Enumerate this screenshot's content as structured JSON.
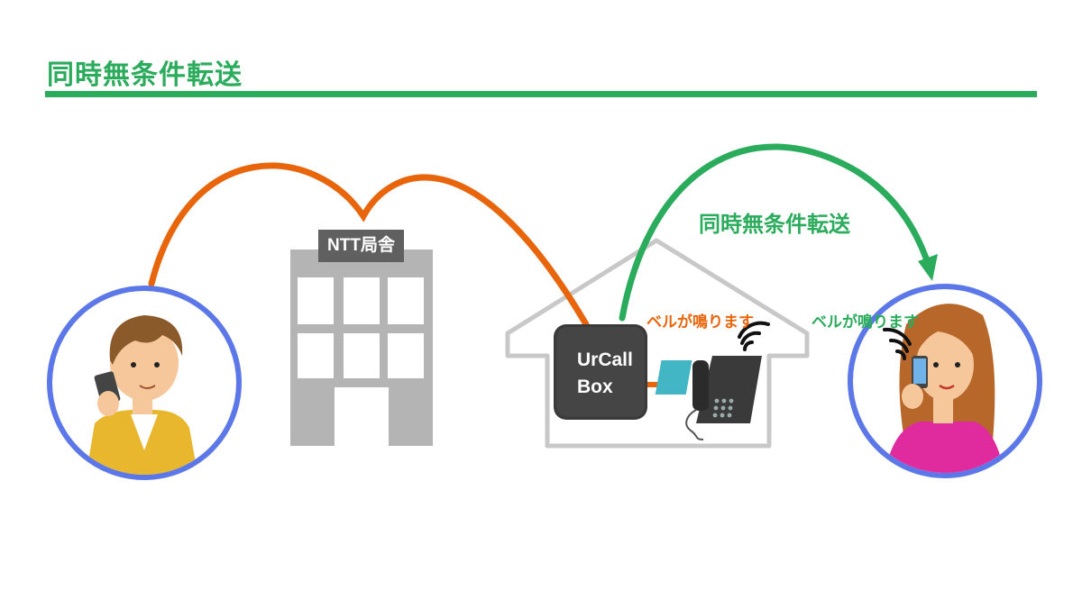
{
  "header": {
    "title": "同時無条件転送"
  },
  "building": {
    "label": "NTT局舎"
  },
  "device": {
    "line1": "UrCall",
    "line2": "Box"
  },
  "labels": {
    "ring_home": "ベルが鳴ります",
    "ring_remote": "ベルが鳴ります",
    "forward": "同時無条件転送"
  },
  "colors": {
    "accent_green": "#2bab5c",
    "accent_orange": "#e9650c",
    "circle_blue": "#5b77e8",
    "building_gray": "#b4b4b4",
    "house_gray": "#c8c8c8"
  },
  "icons": [
    "caller-man-icon",
    "ntt-building-icon",
    "house-outline-icon",
    "urcall-box-icon",
    "desk-phone-icon",
    "ringing-waves-icon",
    "receiver-woman-icon",
    "arrow-right-icon"
  ]
}
